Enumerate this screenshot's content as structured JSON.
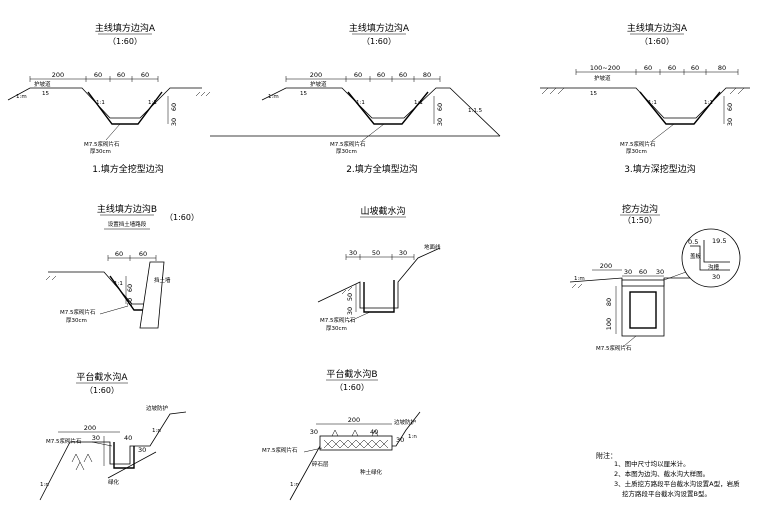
{
  "panels": {
    "p1": {
      "title": "主线填方边沟A",
      "scale": "（1:60）",
      "caption": "1.填方全挖型边沟",
      "dims": [
        "200",
        "60",
        "60",
        "60",
        "60",
        "30"
      ],
      "labels": {
        "slope_left": "1:m",
        "slope_a": "1:1",
        "slope_b": "1:1",
        "protect": "护坡道",
        "mortar": "M7.5浆砌片石",
        "thick": "厚30cm",
        "v15": "15",
        "v30": "30"
      }
    },
    "p2": {
      "title": "主线填方边沟A",
      "scale": "（1:60）",
      "caption": "2.填方全填型边沟",
      "dims": [
        "200",
        "60",
        "60",
        "60",
        "80",
        "60",
        "30"
      ],
      "labels": {
        "slope_left": "1:m",
        "slope_a": "1:1",
        "slope_b": "1:1",
        "slope_c": "1:1.5",
        "protect": "护坡道",
        "mortar": "M7.5浆砌片石",
        "thick": "厚30cm",
        "v15": "15"
      }
    },
    "p3": {
      "title": "主线填方边沟A",
      "scale": "（1:60）",
      "caption": "3.填方深挖型边沟",
      "dims": [
        "100~200",
        "60",
        "60",
        "60",
        "80",
        "60",
        "30"
      ],
      "labels": {
        "slope_a": "1:1",
        "slope_b": "1:1",
        "protect": "护坡道",
        "mortar": "M7.5浆砌片石",
        "thick": "厚30cm",
        "v15": "15"
      }
    },
    "p4": {
      "title": "主线填方边沟B",
      "scale": "（1:60）",
      "subtitle": "设置挡土墙路段",
      "dims": [
        "60",
        "60",
        "60",
        "30"
      ],
      "labels": {
        "slope_a": "1:1",
        "wall": "挡土墙",
        "mortar": "M7.5浆砌片石",
        "thick": "厚30cm"
      }
    },
    "p5": {
      "title": "山坡截水沟",
      "dims": [
        "30",
        "50",
        "30",
        "50",
        "30"
      ],
      "labels": {
        "ground": "地面线",
        "mortar": "M7.5浆砌片石",
        "thick": "厚30cm"
      }
    },
    "p6": {
      "title": "挖方边沟",
      "scale": "（1:50）",
      "dims": [
        "200",
        "30",
        "60",
        "30",
        "80",
        "100",
        "0.5",
        "19.5",
        "30"
      ],
      "labels": {
        "slope_left": "1:m",
        "slab": "盖板",
        "slot": "沟槽",
        "mortar": "M7.5浆砌片石"
      }
    },
    "p7": {
      "title": "平台截水沟A",
      "scale": "（1:60）",
      "dims": [
        "200",
        "30",
        "40",
        "30"
      ],
      "labels": {
        "slope_protect": "边坡防护",
        "mortar": "M7.5浆砌片石",
        "green": "绿化",
        "slope_top": "1:n",
        "slope_bottom": "1:n"
      }
    },
    "p8": {
      "title": "平台截水沟B",
      "scale": "（1:60）",
      "dims": [
        "200",
        "30",
        "40",
        "30"
      ],
      "labels": {
        "slope_protect": "边坡防护",
        "mortar": "M7.5浆砌片石",
        "gravel": "碎石层",
        "planting": "种土绿化",
        "slope_top": "1:n",
        "slope_bottom": "1:n"
      }
    }
  },
  "notes": {
    "title": "附注：",
    "items": [
      "1、图中尺寸均以厘米计。",
      "2、本图为边沟、截水沟大样图。",
      "3、土质挖方路段平台截水沟设置A型，岩质",
      "挖方路段平台截水沟设置B型。"
    ]
  }
}
